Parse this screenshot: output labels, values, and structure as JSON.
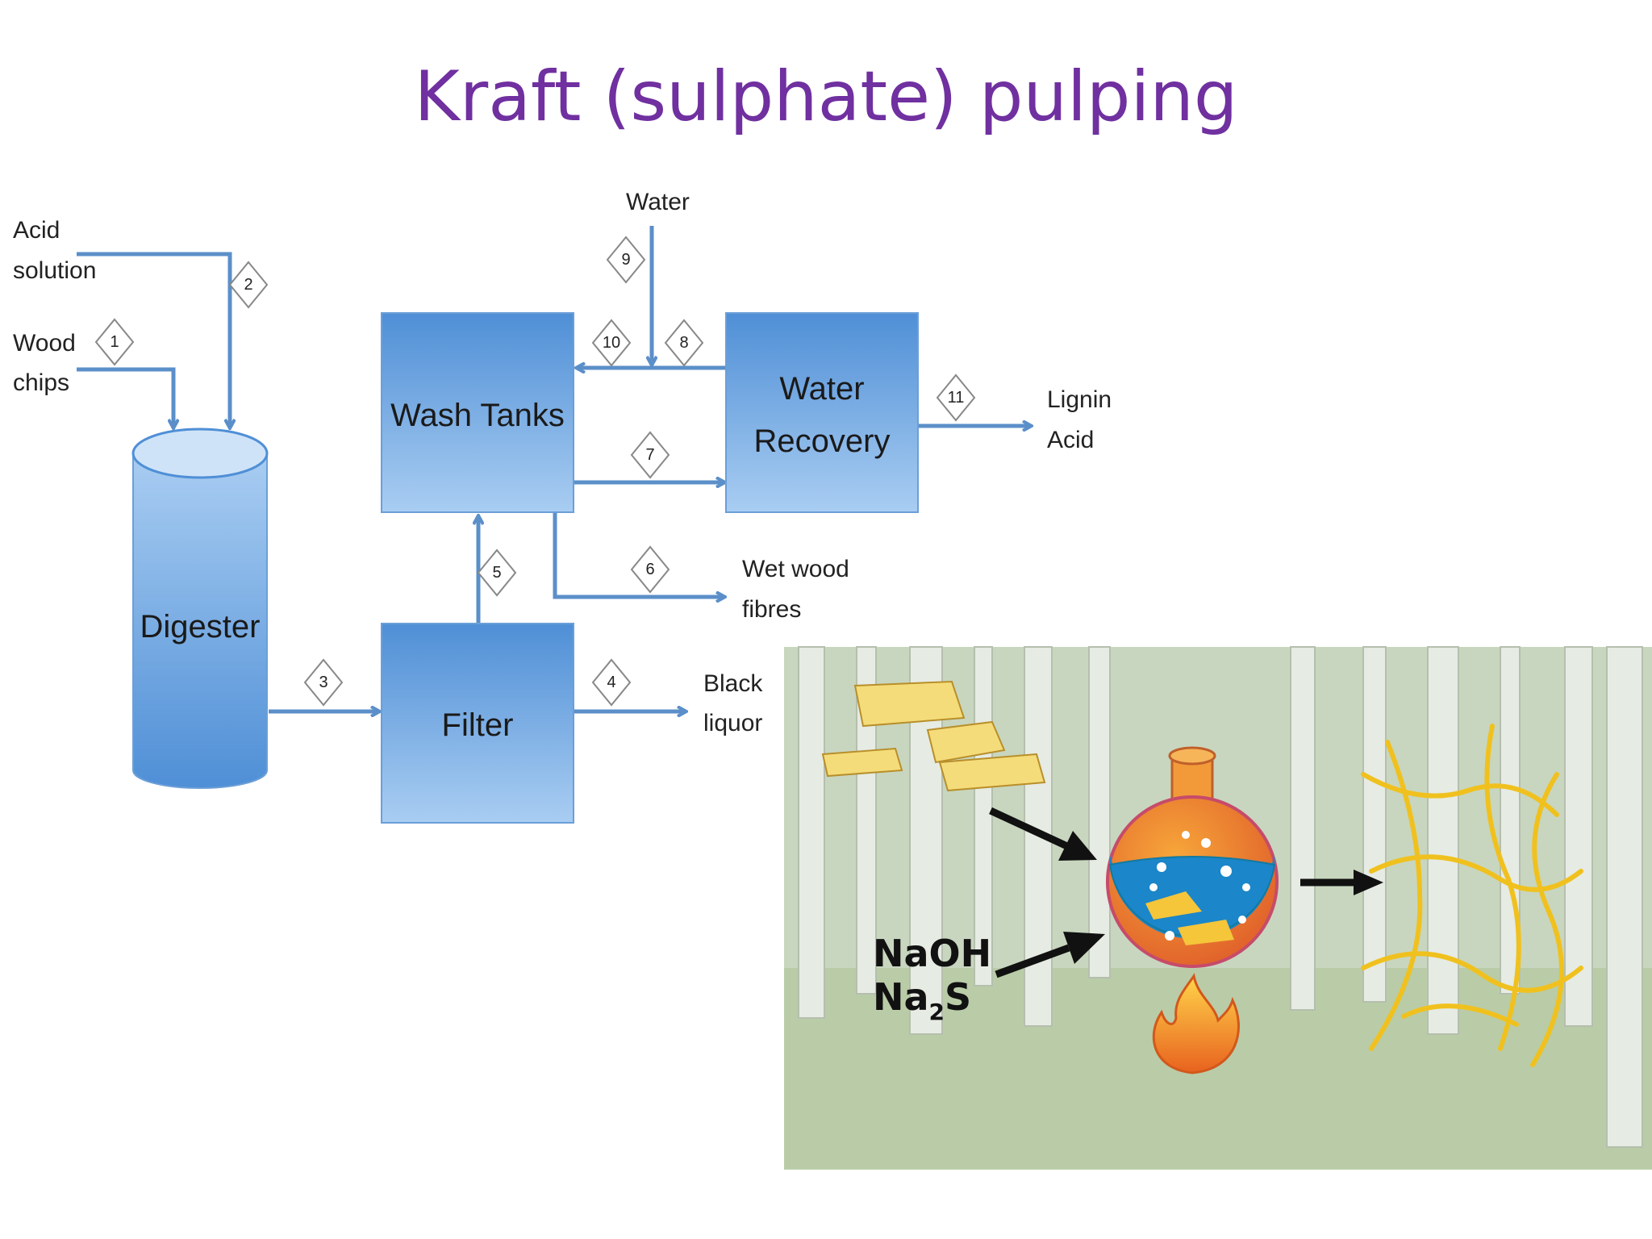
{
  "title": "Kraft (sulphate) pulping",
  "colors": {
    "title": "#7030a0",
    "box": "#5b9bd5",
    "arrow": "#5b8fc9"
  },
  "flow": {
    "inputs": {
      "acid_line1": "Acid",
      "acid_line2": "solution",
      "wood_line1": "Wood",
      "wood_line2": "chips",
      "water": "Water"
    },
    "units": {
      "digester": "Digester",
      "filter": "Filter",
      "wash_tanks": "Wash Tanks",
      "water_recovery_line1": "Water",
      "water_recovery_line2": "Recovery"
    },
    "outputs": {
      "lignin_line1": "Lignin",
      "lignin_line2": "Acid",
      "fibres_line1": "Wet wood",
      "fibres_line2": "fibres",
      "liquor_line1": "Black",
      "liquor_line2": "liquor"
    },
    "streams": [
      "1",
      "2",
      "3",
      "4",
      "5",
      "6",
      "7",
      "8",
      "9",
      "10",
      "11"
    ]
  },
  "illustration": {
    "chem_line1": "NaOH",
    "chem_line2_main": "Na",
    "chem_line2_sub": "2",
    "chem_line2_end": "S"
  }
}
